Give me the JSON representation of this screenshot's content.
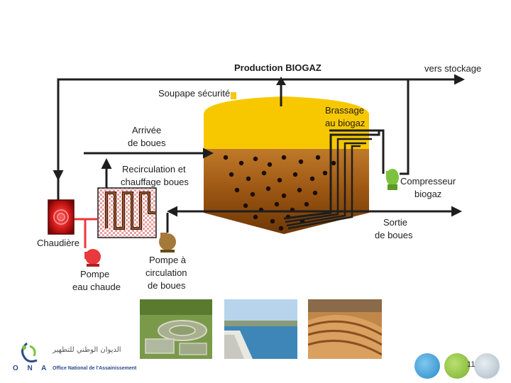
{
  "labels": {
    "production_biogaz": "Production BIOGAZ",
    "vers_stockage": "vers stockage",
    "soupape": "Soupape sécurité",
    "brassage_1": "Brassage",
    "brassage_2": "au biogaz",
    "arrivee_1": "Arrivée",
    "arrivee_2": "de boues",
    "recirc_1": "Recirculation et",
    "recirc_2": "chauffage boues",
    "compresseur_1": "Compresseur",
    "compresseur_2": "biogaz",
    "sortie_1": "Sortie",
    "sortie_2": "de boues",
    "chaudiere": "Chaudière",
    "pompe_eau_1": "Pompe",
    "pompe_eau_2": "eau chaude",
    "pompe_circ_1": "Pompe à",
    "pompe_circ_2": "circulation",
    "pompe_circ_3": "de boues"
  },
  "footer": {
    "logo_arabic": "الديوان الوطني للتطهير",
    "logo_letters": "O N A",
    "logo_french": "Office National de l'Assainissement",
    "page_number": "11"
  },
  "colors": {
    "biogas": "#f7c800",
    "sludge": "#8b4a0c",
    "hot_water": "#e8393c",
    "pump": "#a5793a",
    "compressor": "#7dc23f",
    "pipe": "#1e1e1e"
  },
  "icons": {
    "boiler": "boiler-icon",
    "heat_exchanger": "heat-exchanger-icon",
    "hot_water_pump": "pump-icon",
    "sludge_pump": "pump-icon",
    "compressor": "compressor-icon"
  }
}
